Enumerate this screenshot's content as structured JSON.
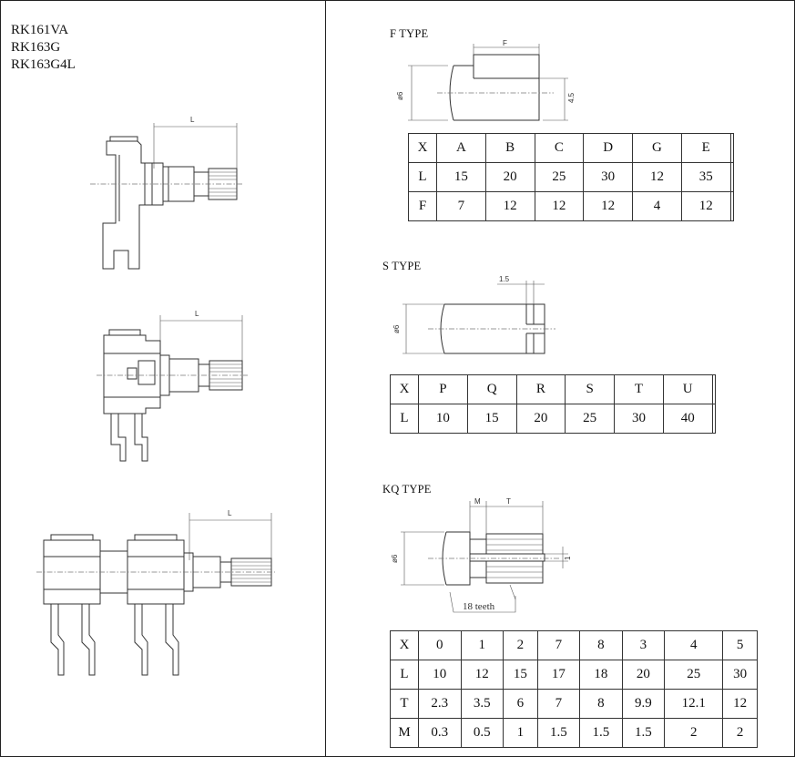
{
  "models": [
    "RK161VA",
    "RK163G",
    "RK163G4L"
  ],
  "dim_labels": {
    "length": "L",
    "flat": "F",
    "slot": "1.5",
    "diameter": "ø6",
    "flat_height": "4.5",
    "m": "M",
    "t": "T",
    "knurl_dim": "1"
  },
  "f_type": {
    "title": "F TYPE",
    "rows": [
      [
        "X",
        "A",
        "B",
        "C",
        "D",
        "G",
        "E",
        ""
      ],
      [
        "L",
        "15",
        "20",
        "25",
        "30",
        "12",
        "35",
        ""
      ],
      [
        "F",
        "7",
        "12",
        "12",
        "12",
        "4",
        "12",
        ""
      ]
    ]
  },
  "s_type": {
    "title": "S TYPE",
    "rows": [
      [
        "X",
        "P",
        "Q",
        "R",
        "S",
        "T",
        "U",
        ""
      ],
      [
        "L",
        "10",
        "15",
        "20",
        "25",
        "30",
        "40",
        ""
      ]
    ]
  },
  "kq_type": {
    "title": "KQ TYPE",
    "teeth_label": "18 teeth",
    "rows": [
      [
        "X",
        "0",
        "1",
        "2",
        "7",
        "8",
        "3",
        "4",
        "5"
      ],
      [
        "L",
        "10",
        "12",
        "15",
        "17",
        "18",
        "20",
        "25",
        "30"
      ],
      [
        "T",
        "2.3",
        "3.5",
        "6",
        "7",
        "8",
        "9.9",
        "12.1",
        "12"
      ],
      [
        "M",
        "0.3",
        "0.5",
        "1",
        "1.5",
        "1.5",
        "1.5",
        "2",
        "2"
      ]
    ]
  }
}
